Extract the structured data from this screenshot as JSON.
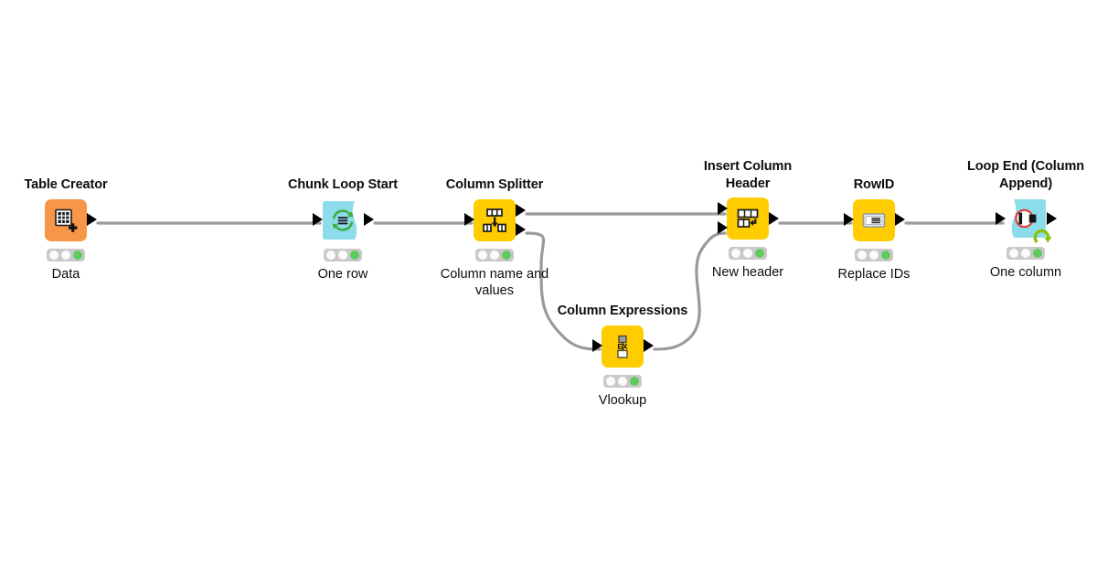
{
  "workflow": {
    "background_color": "#ffffff",
    "connection_color": "#9a9a9a",
    "nodes": [
      {
        "id": "table-creator",
        "title": "Table Creator",
        "annotation": "Data",
        "color": "#f79646",
        "icon": "table-plus-icon",
        "shape": "square",
        "inputs": 0,
        "outputs": 1,
        "status_lamps": [
          "off",
          "off",
          "green"
        ]
      },
      {
        "id": "chunk-loop-start",
        "title": "Chunk Loop Start",
        "annotation": "One row",
        "color": "#8ddcec",
        "icon": "loop-refresh-icon",
        "shape": "loop-start",
        "inputs": 1,
        "outputs": 1,
        "status_lamps": [
          "off",
          "off",
          "green"
        ]
      },
      {
        "id": "column-splitter",
        "title": "Column Splitter",
        "annotation": "Column name and\nvalues",
        "color": "#ffcc00",
        "icon": "column-split-icon",
        "shape": "square",
        "inputs": 1,
        "outputs": 2,
        "status_lamps": [
          "off",
          "off",
          "green"
        ]
      },
      {
        "id": "column-expressions",
        "title": "Column Expressions",
        "annotation": "Vlookup",
        "color": "#ffcc00",
        "icon": "expression-ex-icon",
        "shape": "square",
        "inputs": 1,
        "outputs": 1,
        "status_lamps": [
          "off",
          "off",
          "green"
        ]
      },
      {
        "id": "insert-column-header",
        "title": "Insert Column\nHeader",
        "annotation": "New header",
        "color": "#ffcc00",
        "icon": "insert-header-icon",
        "shape": "square",
        "inputs": 2,
        "outputs": 1,
        "status_lamps": [
          "off",
          "off",
          "green"
        ]
      },
      {
        "id": "rowid",
        "title": "RowID",
        "annotation": "Replace IDs",
        "color": "#ffcc00",
        "icon": "row-id-document-icon",
        "shape": "square",
        "inputs": 1,
        "outputs": 1,
        "status_lamps": [
          "off",
          "off",
          "green"
        ]
      },
      {
        "id": "loop-end",
        "title": "Loop End (Column\nAppend)",
        "annotation": "One column",
        "color": "#8ddcec",
        "icon": "loop-end-append-icon",
        "shape": "loop-end",
        "inputs": 1,
        "outputs": 1,
        "badge": "loop-arrow-badge",
        "status_lamps": [
          "off",
          "off",
          "green"
        ]
      }
    ],
    "connections": [
      {
        "from": "table-creator",
        "to": "chunk-loop-start"
      },
      {
        "from": "chunk-loop-start",
        "to": "column-splitter"
      },
      {
        "from": "column-splitter",
        "to": "insert-column-header"
      },
      {
        "from": "column-splitter",
        "to": "column-expressions"
      },
      {
        "from": "column-expressions",
        "to": "insert-column-header"
      },
      {
        "from": "insert-column-header",
        "to": "rowid"
      },
      {
        "from": "rowid",
        "to": "loop-end"
      }
    ]
  }
}
